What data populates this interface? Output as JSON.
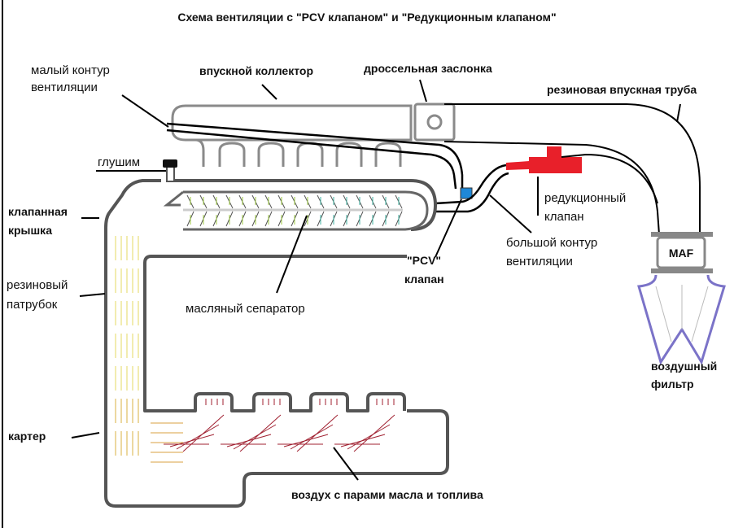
{
  "title": "Схема вентиляции с \"PCV клапаном\" и \"Редукционным клапаном\"",
  "labels": {
    "small_circuit_1": "малый контур",
    "small_circuit_2": "вентиляции",
    "intake_manifold": "впускной коллектор",
    "throttle": "дроссельная заслонка",
    "rubber_intake_pipe": "резиновая впускная труба",
    "plug": "глушим",
    "valve_cover_1": "клапанная",
    "valve_cover_2": "крышка",
    "rubber_hose_1": "резиновый",
    "rubber_hose_2": "патрубок",
    "oil_separator": "масляный сепаратор",
    "reduction_valve_1": "редукционный",
    "reduction_valve_2": "клапан",
    "pcv_1": "\"PCV\"",
    "pcv_2": "клапан",
    "large_circuit_1": "большой контур",
    "large_circuit_2": "вентиляции",
    "maf": "MAF",
    "air_filter_1": "воздушный",
    "air_filter_2": "фильтр",
    "crankcase": "картер",
    "air_vapors": "воздух с парами масла и топлива"
  },
  "colors": {
    "reduction_valve": "#e8202a",
    "pcv_valve": "#1e88d8",
    "filter": "#7b73c8",
    "housing": "#888888"
  }
}
